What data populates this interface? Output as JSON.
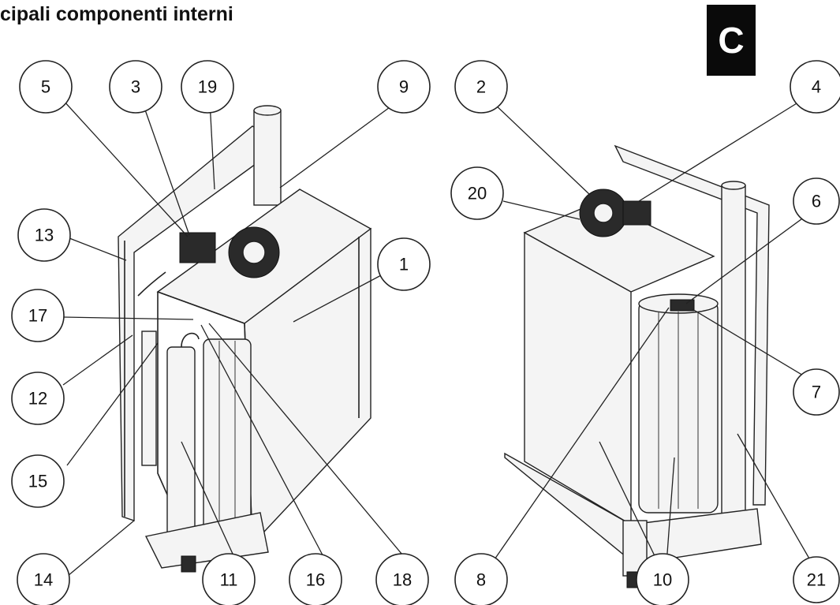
{
  "header": {
    "title": "cipali componenti interni",
    "section_badge": "C"
  },
  "callouts_left": [
    "5",
    "3",
    "19",
    "9",
    "13",
    "1",
    "17",
    "12",
    "15",
    "14",
    "11",
    "16",
    "18"
  ],
  "callouts_right": [
    "2",
    "4",
    "20",
    "6",
    "7",
    "8",
    "10",
    "21"
  ],
  "colors": {
    "line": "#222222",
    "badge_bg": "#0a0a0a",
    "badge_fg": "#ffffff"
  }
}
